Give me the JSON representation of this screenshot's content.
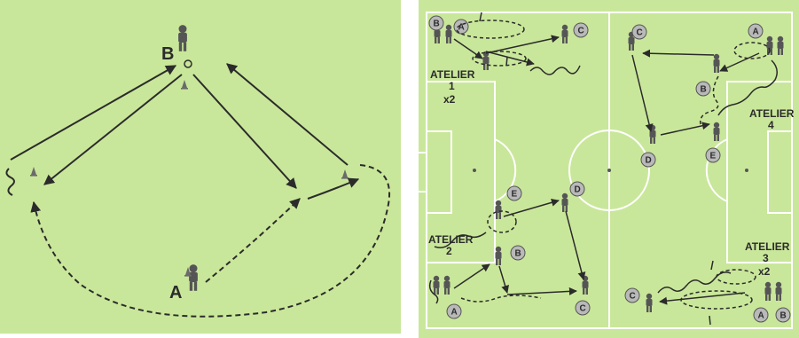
{
  "colors": {
    "field": "#c9e79a",
    "field_line": "#ffffff",
    "ink": "#2b2b2b",
    "player": "#555555",
    "cone": "#6b6b6b",
    "badge": "#b9b9b9"
  },
  "left_drill": {
    "label_a": "A",
    "label_b": "B"
  },
  "right_pitch": {
    "ateliers": [
      {
        "title": "ATELIER",
        "number": "1",
        "reps": "x2"
      },
      {
        "title": "ATELIER",
        "number": "2",
        "reps": ""
      },
      {
        "title": "ATELIER",
        "number": "3",
        "reps": "x2"
      },
      {
        "title": "ATELIER",
        "number": "4",
        "reps": ""
      }
    ],
    "players": {
      "a": "A",
      "b": "B",
      "c": "C",
      "d": "D",
      "e": "E"
    }
  }
}
